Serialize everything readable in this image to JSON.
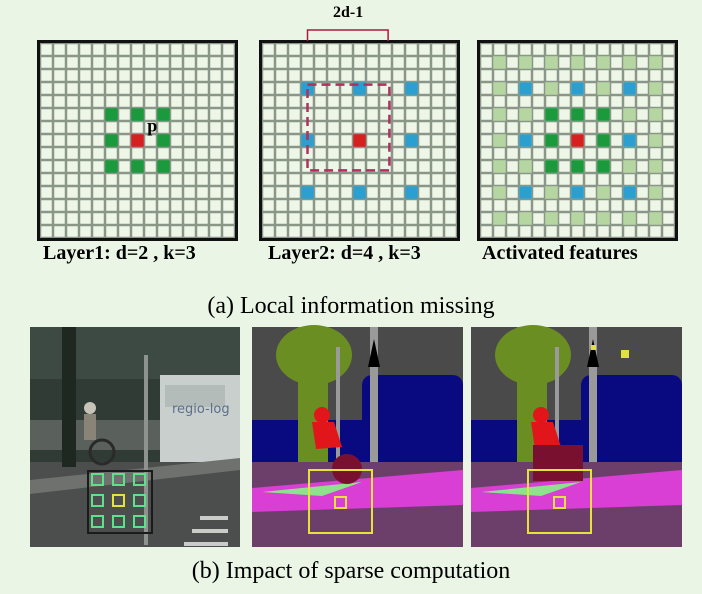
{
  "part_a": {
    "caption": "(a) Local information missing",
    "panels": [
      {
        "label": "Layer1: d=2 , k=3",
        "point_label": "p"
      },
      {
        "label": "Layer2: d=4 , k=3",
        "span_label": "2d-1"
      },
      {
        "label": "Activated features"
      }
    ]
  },
  "part_b": {
    "caption": "(b) Impact of sparse computation",
    "scene_text": "regio-log"
  },
  "colors": {
    "background": "#eaf5e6",
    "cell": "#eef6e8",
    "grid_line": "#8a9688",
    "border": "#111111",
    "center": "#d62020",
    "layer1_neighbor": "#1a9a3c",
    "layer2_neighbor": "#2a9fd0",
    "window_dash": "#b03060",
    "span_bracket": "#b01840",
    "activated_cell": "#b5d6a0",
    "kernel_box": "#e5e23a",
    "vegetation": "#6b8e23",
    "car": "#0a0a80",
    "rider": "#e0161a",
    "bicycle": "#7a1030",
    "sidewalk": "#d93ed5",
    "road": "#6c3f6a",
    "terrain": "#8ce38c",
    "pole": "#9a9a9a",
    "sky": "#4a4a4a"
  }
}
